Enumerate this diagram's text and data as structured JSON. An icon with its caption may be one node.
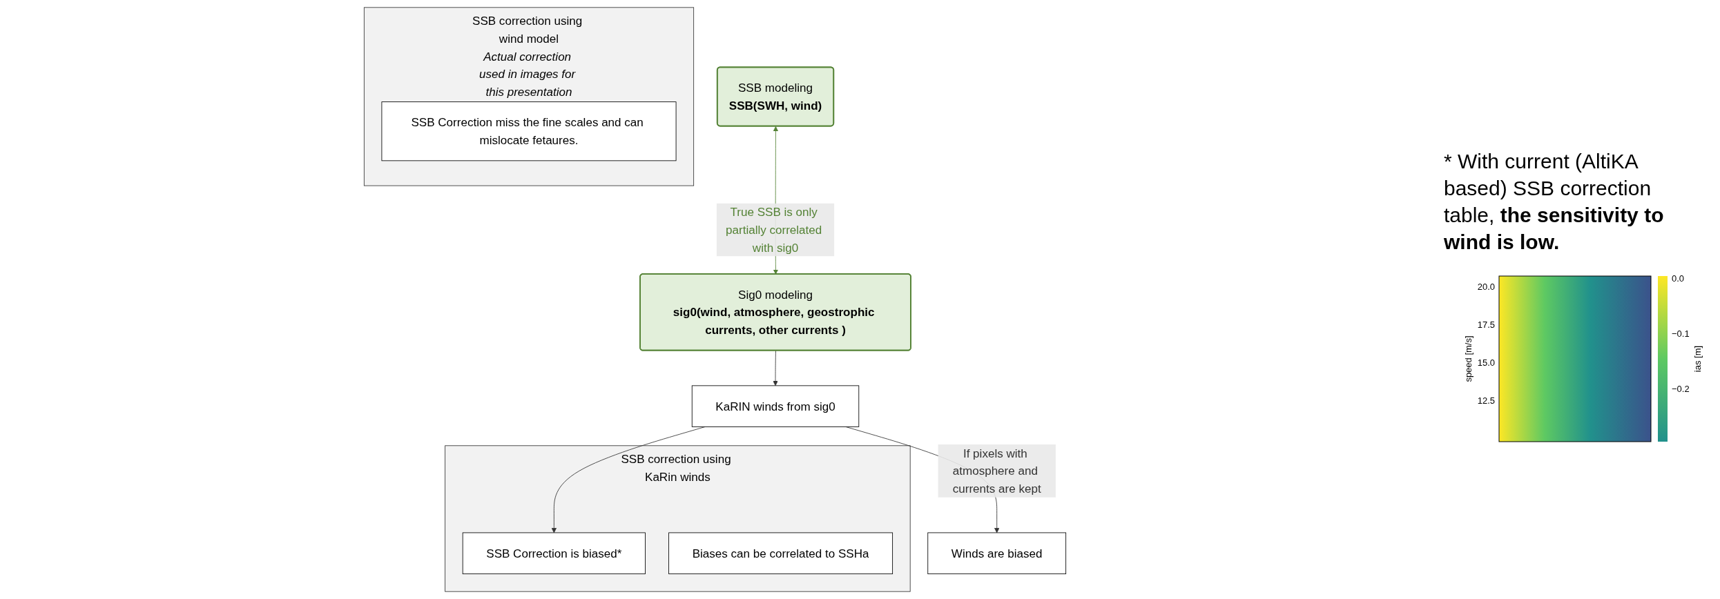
{
  "diagram": {
    "nodes": [
      {
        "text": [
          "SSB modeling",
          "SSB(SWH, wind)"
        ]
      },
      {
        "text": [
          "Sig0 modeling",
          "sig0(wind, atmosphere, geostrophic currents, other currents )"
        ]
      },
      {
        "text": [
          "SSB correction using wind model",
          "Actual correction used in images for this presentation"
        ]
      },
      {
        "text": [
          "SSB Correction miss the fine scales and can mislocate fetaures."
        ],
        "in": 2
      },
      {
        "text": [
          "SSB correction using KaRin winds"
        ]
      },
      {
        "text": [
          "SSB Correction is biased*"
        ],
        "in": 4
      },
      {
        "text": [
          "Biases can be correlated to SSHa"
        ],
        "in": 4
      },
      {
        "text": [
          "KaRIN winds from sig0"
        ]
      },
      {
        "text": [
          "Winds are biased"
        ]
      }
    ],
    "edges": [
      {
        "from": 0,
        "to": 1,
        "arrow": "both",
        "label": "True SSB is only partially correlated with sig0",
        "color": "#548235"
      },
      {
        "from": 1,
        "to": 7,
        "arrow": "to"
      },
      {
        "from": 7,
        "to": 8,
        "arrow": "to",
        "label": "If pixels with atmosphere and currents are kept"
      },
      {
        "from": 7,
        "to": 5,
        "arrow": "to"
      }
    ],
    "labels": [
      "* With current (AltiKA based) SSB correction table, **the sensitivity to wind is low.**",
      "20.0",
      "17.5",
      "15.0",
      "12.5",
      "speed [m/s]",
      "0.0",
      "−0.1",
      "−0.2",
      "ias [m]"
    ]
  }
}
